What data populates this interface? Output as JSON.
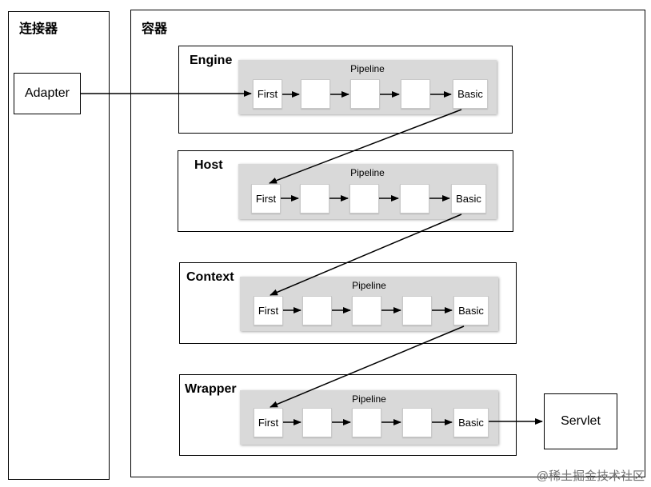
{
  "connector": {
    "title": "连接器",
    "adapter": "Adapter"
  },
  "container": {
    "title": "容器"
  },
  "pipeline_label": "Pipeline",
  "valves": {
    "first": "First",
    "basic": "Basic"
  },
  "stages": [
    {
      "name": "Engine"
    },
    {
      "name": "Host"
    },
    {
      "name": "Context"
    },
    {
      "name": "Wrapper"
    }
  ],
  "servlet": "Servlet",
  "watermark": "@稀土掘金技术社区",
  "colors": {
    "panel": "#d9d9d9",
    "line": "#000000"
  }
}
